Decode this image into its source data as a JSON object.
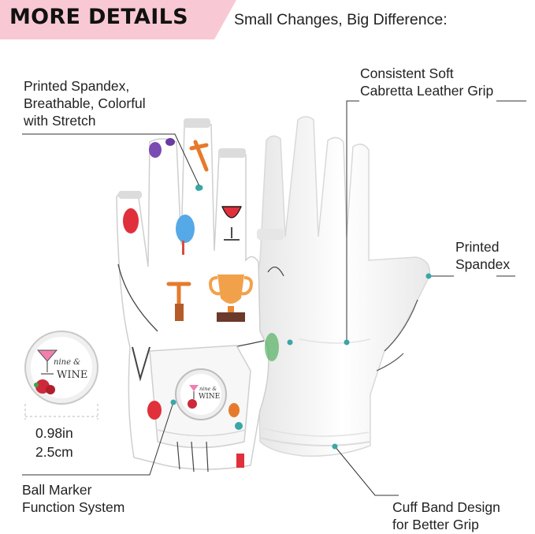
{
  "header": {
    "title": "MORE DETAILS",
    "subtitle": "Small Changes, Big Difference:",
    "banner_color": "#f8c9d4"
  },
  "callouts": {
    "spandex_main": "Printed Spandex,\nBreathable, Colorful\nwith Stretch",
    "cabretta": "Consistent Soft\nCabretta Leather Grip",
    "spandex_back": "Printed\nSpandex",
    "ball_marker": "Ball Marker\nFunction System",
    "cuff_band": "Cuff Band Design\nfor Better Grip"
  },
  "ball_marker": {
    "text_line1": "nine &",
    "text_line2": "WINE",
    "size_in": "0.98in",
    "size_cm": "2.5cm"
  },
  "colors": {
    "accent_teal": "#3aa6a6",
    "line": "#333333",
    "glove": "#ffffff",
    "glove_shadow": "#e4e4e4"
  }
}
